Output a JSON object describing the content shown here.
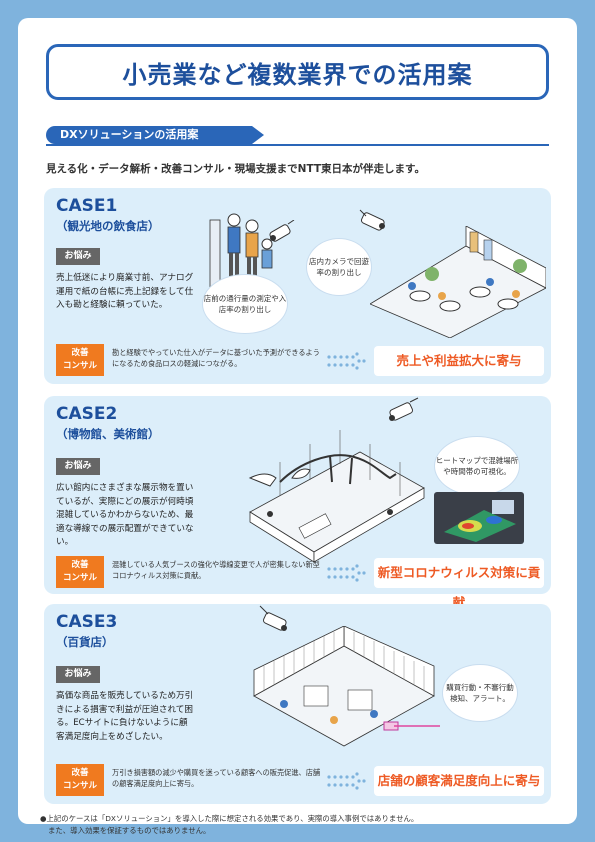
{
  "header": {
    "title": "小売業など複数業界での活用案"
  },
  "section": {
    "tag": "DXソリューションの活用案",
    "subtitle": "見える化・データ解析・改善コンサル・現場支援までNTT東日本が伴走します。"
  },
  "labels": {
    "worry": "お悩み",
    "consult_line1": "改善",
    "consult_line2": "コンサル"
  },
  "cases": [
    {
      "title": "CASE1",
      "subtitle": "（観光地の飲食店）",
      "worry": "売上低迷により廃業寸前、アナログ運用で紙の台帳に売上記録をして仕入も勘と経験に頼っていた。",
      "consult": "勘と経験でやっていた仕入がデータに基づいた予測ができるようになるため食品ロスの軽減につながる。",
      "result": "売上や利益拡大に寄与",
      "bubble_a": "店前の通行量の測定や入店率の割り出し",
      "bubble_b": "店内カメラで回遊率の割り出し"
    },
    {
      "title": "CASE2",
      "subtitle": "（博物館、美術館）",
      "worry": "広い館内にさまざまな展示物を置いているが、実際にどの展示が何時頃混雑しているかわからないため、最適な導線での展示配置ができていない。",
      "consult": "混雑している人気ブースの強化や導線変更で人が密集しない新型コロナウィルス対策に貢献。",
      "result": "新型コロナウィルス対策に貢献",
      "bubble_a": "ヒートマップで混雑場所や時間帯の可視化。"
    },
    {
      "title": "CASE3",
      "subtitle": "（百貨店）",
      "worry": "高価な商品を販売しているため万引きによる損害で利益が圧迫されて困る。ECサイトに負けないように顧客満足度向上をめざしたい。",
      "consult": "万引き損害額の減少や購買を迷っている顧客への販売促進、店舗の顧客満足度向上に寄与。",
      "result": "店舗の顧客満足度向上に寄与",
      "bubble_a": "購買行動・不審行動検知、アラート。"
    }
  ],
  "footnote": {
    "line1": "●上記のケースは「DXソリューション」を導入した際に想定される効果であり、実際の導入事例ではありません。",
    "line2": "また、導入効果を保証するものではありません。"
  },
  "colors": {
    "brand": "#2a66b8",
    "accent": "#f07a1f",
    "result_text": "#ee5a24",
    "panel": "#dceefa"
  }
}
